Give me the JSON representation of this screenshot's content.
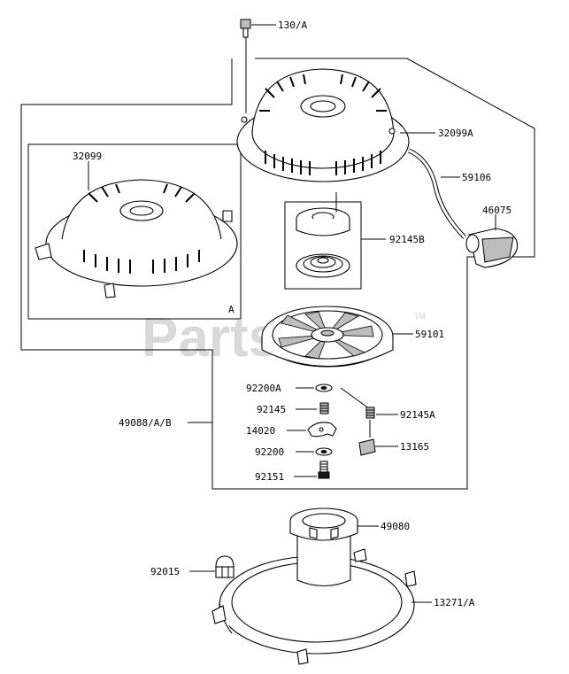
{
  "watermark": "PartsTree",
  "watermark_tm": "TM",
  "callouts": {
    "p130A": "130/A",
    "p32099A": "32099A",
    "p59106": "59106",
    "p46075": "46075",
    "p92145B": "92145B",
    "p59101": "59101",
    "p32099": "32099",
    "inset_marker": "A",
    "p92200A": "92200A",
    "p92145": "92145",
    "p92145A": "92145A",
    "p14020": "14020",
    "p13165": "13165",
    "p92200": "92200",
    "p92151": "92151",
    "p49088AB": "49088/A/B",
    "p49080": "49080",
    "p92015": "92015",
    "p13271A": "13271/A"
  }
}
